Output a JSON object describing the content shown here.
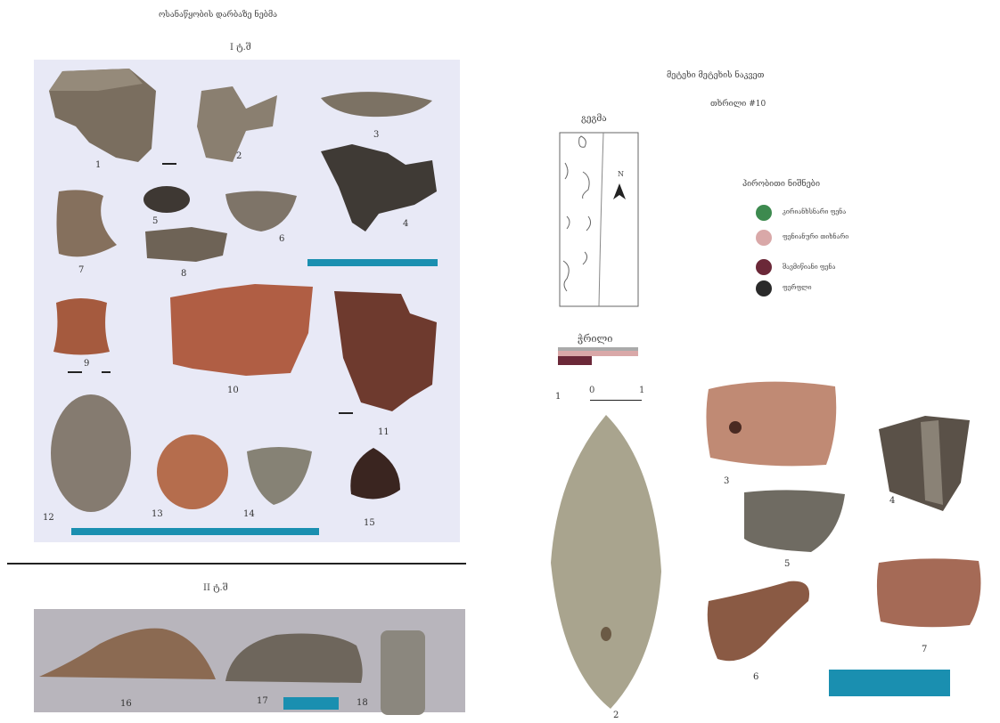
{
  "plate_left": {
    "header": "ოსანაწყობის დარბაზე ნებმა",
    "section_one_title": "I ტ.შ",
    "section_two_title": "II ტ.შ",
    "find_numbers": [
      "1",
      "2",
      "3",
      "4",
      "5",
      "6",
      "7",
      "8",
      "9",
      "10",
      "11",
      "12",
      "13",
      "14",
      "15",
      "16",
      "17",
      "18"
    ]
  },
  "plate_right": {
    "title_line1": "მეტეხი მეტეხის ნაკვეთ",
    "title_line2": "თხრილი #10",
    "plan_label": "გეგმა",
    "section_label": "ჭრილი",
    "north_label": "N",
    "scale_start": "0",
    "scale_end": "1",
    "legend_title": "პირობითი ნიშნები",
    "legend": [
      {
        "label": "კირიანხსნარი ფენა",
        "color": "#3d8a4f"
      },
      {
        "label": "ფენიანური თიხნარი",
        "color": "#d9a8a8"
      },
      {
        "label": "შავმიწიანი ფენა",
        "color": "#6b2838"
      },
      {
        "label": "ფერფლი",
        "color": "#2a2a2a"
      }
    ],
    "find_numbers": [
      "1",
      "2",
      "3",
      "4",
      "5",
      "6",
      "7"
    ]
  }
}
